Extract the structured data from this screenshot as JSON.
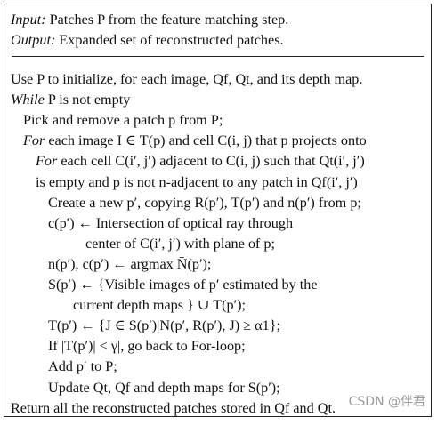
{
  "algorithm": {
    "input_label": "Input:",
    "input_text": "Patches P from the feature matching step.",
    "output_label": "Output:",
    "output_text": "Expanded set of reconstructed patches.",
    "lines": [
      {
        "indent": 0,
        "text": "Use P to initialize, for each image, Qf, Qt, and its depth map."
      },
      {
        "indent": 0,
        "text": "While P is not empty",
        "style": "italic-first"
      },
      {
        "indent": 1,
        "text": "Pick and remove a patch p from P;"
      },
      {
        "indent": 1,
        "text": "For each image I ∈ T(p) and cell C(i, j) that p projects onto",
        "style": "italic-first"
      },
      {
        "indent": 2,
        "text": "For each cell C(i′, j′) adjacent to C(i, j) such that Qt(i′, j′)",
        "style": "italic-first"
      },
      {
        "indent": 2,
        "text": "is empty and p is not n-adjacent to any patch in Qf(i′, j′)"
      },
      {
        "indent": 3,
        "text": "Create a new p′, copying R(p′), T(p′) and n(p′) from p;"
      },
      {
        "indent": 3,
        "text": "c(p′) ← Intersection of optical ray through"
      },
      {
        "indent": 6,
        "text": "center of C(i′, j′) with plane of p;"
      },
      {
        "indent": 3,
        "text": "n(p′), c(p′) ← argmax N̄(p′);"
      },
      {
        "indent": 3,
        "text": "S(p′) ← {Visible images of p′ estimated by the"
      },
      {
        "indent": 5,
        "text": "current depth maps } ∪ T(p′);"
      },
      {
        "indent": 3,
        "text": "T(p′) ← {J ∈ S(p′)|N(p′, R(p′), J) ≥ α1};"
      },
      {
        "indent": 3,
        "text": "If |T(p′)| < γ|, go back to For-loop;"
      },
      {
        "indent": 3,
        "text": "Add p′ to P;"
      },
      {
        "indent": 3,
        "text": "Update Qt, Qf and depth maps for S(p′);"
      },
      {
        "indent": 0,
        "text": "Return all the reconstructed patches stored in Qf and Qt."
      }
    ]
  },
  "watermark": "CSDN @伴君"
}
